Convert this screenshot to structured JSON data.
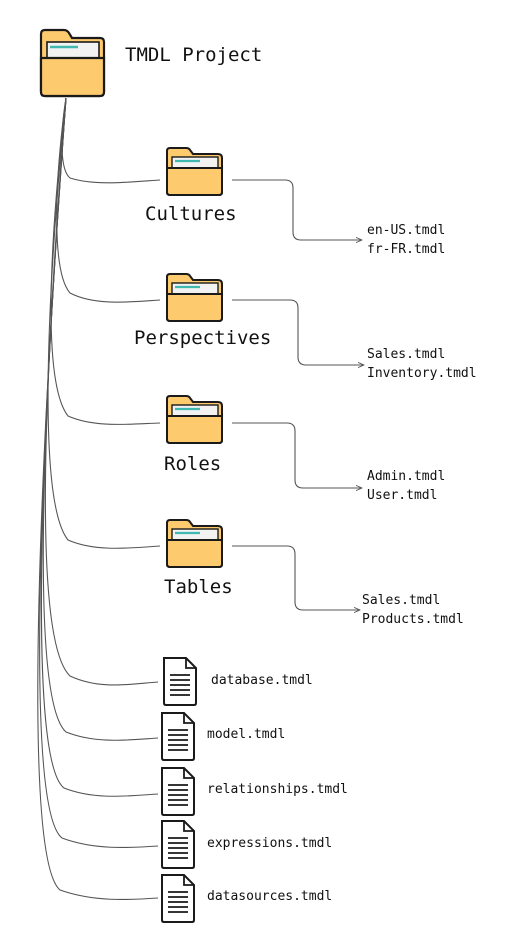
{
  "root": {
    "label": "TMDL Project",
    "icon": "folder-icon"
  },
  "folders": [
    {
      "id": "cultures",
      "label": "Cultures",
      "icon": "folder-icon",
      "files": [
        "en-US.tmdl",
        "fr-FR.tmdl"
      ]
    },
    {
      "id": "perspectives",
      "label": "Perspectives",
      "icon": "folder-icon",
      "files": [
        "Sales.tmdl",
        "Inventory.tmdl"
      ]
    },
    {
      "id": "roles",
      "label": "Roles",
      "icon": "folder-icon",
      "files": [
        "Admin.tmdl",
        "User.tmdl"
      ]
    },
    {
      "id": "tables",
      "label": "Tables",
      "icon": "folder-icon",
      "files": [
        "Sales.tmdl",
        "Products.tmdl"
      ]
    }
  ],
  "documents": [
    {
      "label": "database.tmdl",
      "icon": "document-icon"
    },
    {
      "label": "model.tmdl",
      "icon": "document-icon"
    },
    {
      "label": "relationships.tmdl",
      "icon": "document-icon"
    },
    {
      "label": "expressions.tmdl",
      "icon": "document-icon"
    },
    {
      "label": "datasources.tmdl",
      "icon": "document-icon"
    }
  ],
  "colors": {
    "folder_fill": "#FDCB6E",
    "folder_stroke": "#1a1a1a",
    "paper": "#F2F2F2",
    "paper_stripe": "#3FB8AF",
    "line": "#555555"
  }
}
